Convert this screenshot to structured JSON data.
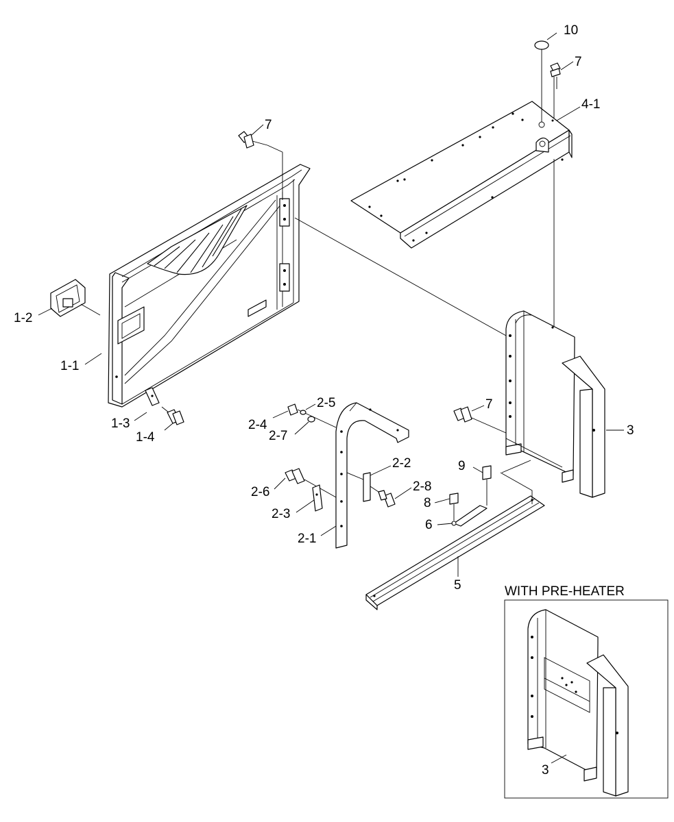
{
  "inset": {
    "title": "WITH PRE-HEATER"
  },
  "labels": {
    "p10": "10",
    "p7_top": "7",
    "p4_1": "4-1",
    "p7_door": "7",
    "p1_2": "1-2",
    "p1_1": "1-1",
    "p1_3": "1-3",
    "p1_4": "1-4",
    "p2_5": "2-5",
    "p2_4": "2-4",
    "p2_7": "2-7",
    "p7_mid": "7",
    "p3": "3",
    "p2_2": "2-2",
    "p9": "9",
    "p2_6": "2-6",
    "p2_8": "2-8",
    "p8": "8",
    "p2_3": "2-3",
    "p6": "6",
    "p2_1": "2-1",
    "p5": "5",
    "p3_inset": "3"
  }
}
